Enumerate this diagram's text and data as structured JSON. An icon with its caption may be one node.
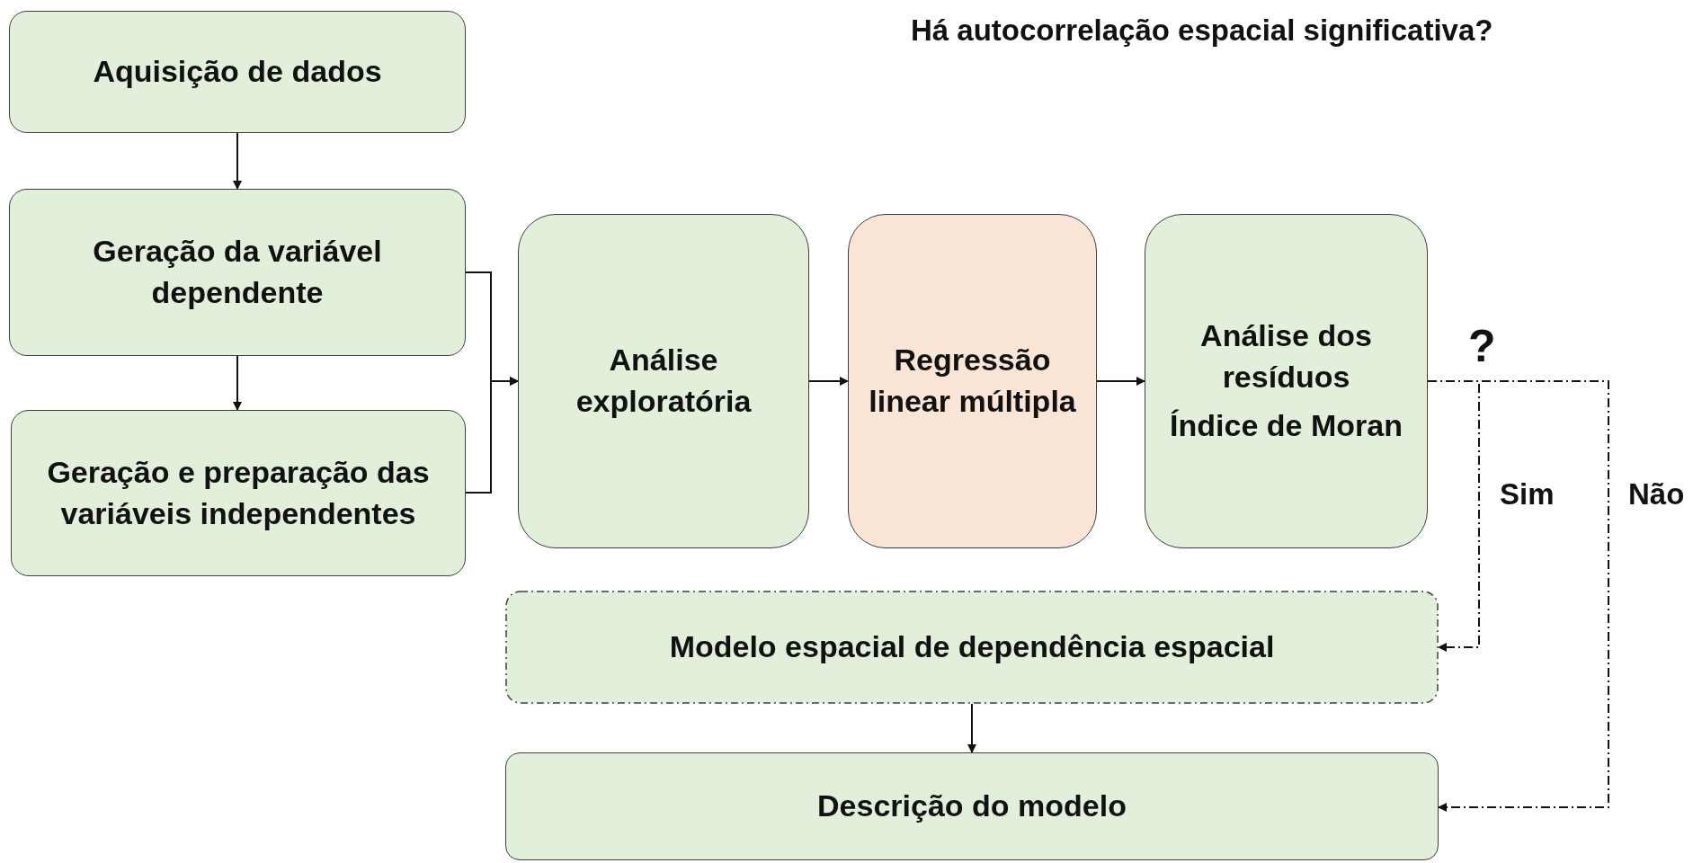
{
  "diagram": {
    "title": "Há autocorrelação espacial significativa?",
    "nodes": [
      {
        "text": [
          "Aquisição de dados"
        ]
      },
      {
        "text": [
          "Geração da variável dependente"
        ]
      },
      {
        "text": [
          "Geração e preparação das variáveis independentes"
        ]
      },
      {
        "text": [
          "Análise exploratória"
        ]
      },
      {
        "text": [
          "Regressão linear múltipla"
        ]
      },
      {
        "text": [
          "Análise dos resíduos",
          "Índice de Moran"
        ]
      },
      {
        "text": [
          "Modelo espacial de dependência espacial"
        ]
      },
      {
        "text": [
          "Descrição do modelo"
        ]
      }
    ],
    "edges": [
      {
        "from": 0,
        "to": 1,
        "arrow": "to"
      },
      {
        "from": 1,
        "to": 2,
        "arrow": "to"
      },
      {
        "from": 1,
        "to": 3,
        "arrow": "to"
      },
      {
        "from": 2,
        "to": 3,
        "arrow": "to"
      },
      {
        "from": 3,
        "to": 4,
        "arrow": "to"
      },
      {
        "from": 4,
        "to": 5,
        "arrow": "to"
      },
      {
        "from": 5,
        "to": 6,
        "arrow": "to",
        "label": "Sim",
        "style": "dashed"
      },
      {
        "from": 5,
        "to": 7,
        "arrow": "to",
        "label": "Não",
        "style": "dashed"
      },
      {
        "from": 6,
        "to": 7,
        "arrow": "to"
      }
    ],
    "labels": [
      "?"
    ]
  }
}
